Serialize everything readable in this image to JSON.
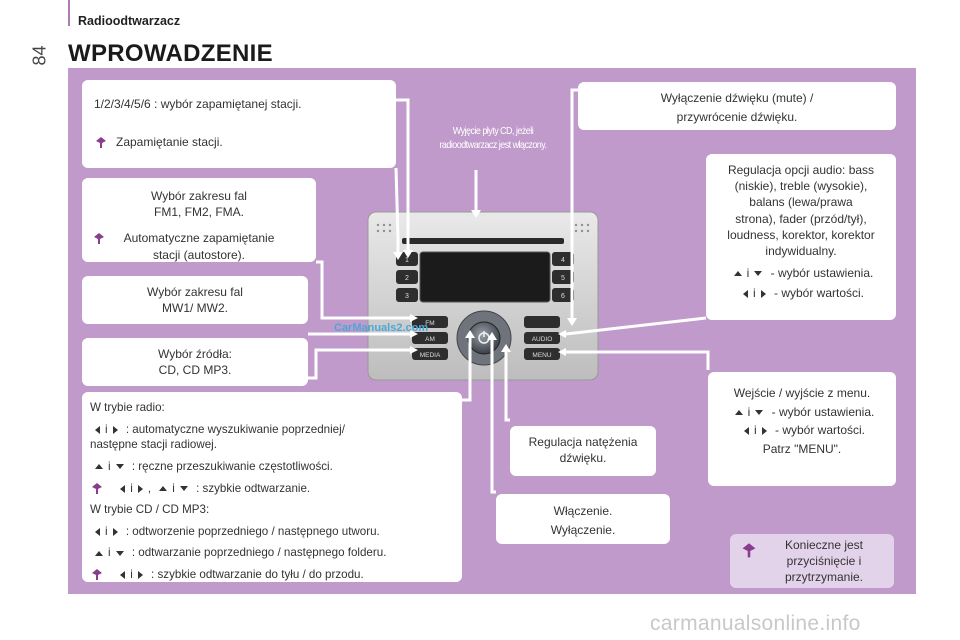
{
  "header": {
    "section": "Radioodtwarzacz",
    "page_number": "84",
    "title": "WPROWADZENIE"
  },
  "colors": {
    "panel": "#c09acb",
    "box": "#ffffff",
    "box_highlight": "#e3d3ea",
    "pin": "#8a3d8e",
    "line": "#ffffff"
  },
  "icons": {
    "note_icon": "pin-icon",
    "left": "arrow-left-icon",
    "right": "arrow-right-icon",
    "up": "arrow-up-icon",
    "down": "arrow-down-icon"
  },
  "left": {
    "presets": {
      "line1": "1/2/3/4/5/6 : wybór zapamiętanej stacji.",
      "note": "Zapamiętanie stacji."
    },
    "fm": {
      "line1": "Wybór zakresu fal",
      "line2": "FM1, FM2, FMA.",
      "note1": "Automatyczne zapamiętanie",
      "note2": "stacji (autostore)."
    },
    "mw": {
      "line1": "Wybór zakresu fal",
      "line2": "MW1/ MW2."
    },
    "source": {
      "line1": "Wybór źródła:",
      "line2": "CD, CD MP3."
    }
  },
  "bottom_left": {
    "radio_title": "W trybie radio:",
    "i_word": "i",
    "radio_lr_1": ": automatyczne wyszukiwanie poprzedniej/",
    "radio_lr_2": "następne stacji radiowej.",
    "radio_ud": ": ręczne przeszukiwanie częstotliwości.",
    "radio_fast_comma": ",",
    "radio_fast": ": szybkie odtwarzanie.",
    "cd_title": "W trybie CD / CD MP3:",
    "cd_lr": ": odtworzenie poprzedniego / następnego utworu.",
    "cd_ud": ": odtwarzanie poprzedniego / następnego folderu.",
    "cd_fast": ": szybkie odtwarzanie do tyłu / do przodu."
  },
  "center": {
    "cd_note_1": "Wyjęcie płyty CD, jeżeli",
    "cd_note_2": "radioodtwarzacz jest włączony.",
    "volume_1": "Regulacja natężenia",
    "volume_2": "dźwięku.",
    "power_1": "Włączenie.",
    "power_2": "Wyłączenie."
  },
  "right": {
    "mute_1": "Wyłączenie dźwięku (mute) /",
    "mute_2": "przywrócenie dźwięku.",
    "audio_1": "Regulacja opcji audio: bass",
    "audio_2": "(niskie), treble (wysokie),",
    "audio_3": "balans (lewa/prawa",
    "audio_4": "strona), fader (przód/tył),",
    "audio_5": "loudness, korektor, korektor",
    "audio_6": "indywidualny.",
    "i_word": "i",
    "audio_ud": "- wybór ustawienia.",
    "audio_lr": "- wybór wartości.",
    "menu_1": "Wejście / wyjście z menu.",
    "menu_ud": "- wybór ustawienia.",
    "menu_lr": "- wybór wartości.",
    "menu_2": "Patrz \"MENU\".",
    "hold_1": "Konieczne jest",
    "hold_2": "przyciśnięcie i",
    "hold_3": "przytrzymanie."
  },
  "radio": {
    "btn_1": "1",
    "btn_2": "2",
    "btn_3": "3",
    "btn_4": "4",
    "btn_5": "5",
    "btn_6": "6",
    "fm": "FM",
    "am": "AM",
    "media": "MEDIA",
    "audio": "AUDIO",
    "menu": "MENU"
  },
  "watermarks": {
    "inline": "CarManuals2.com",
    "footer": "carmanualsonline.info"
  }
}
